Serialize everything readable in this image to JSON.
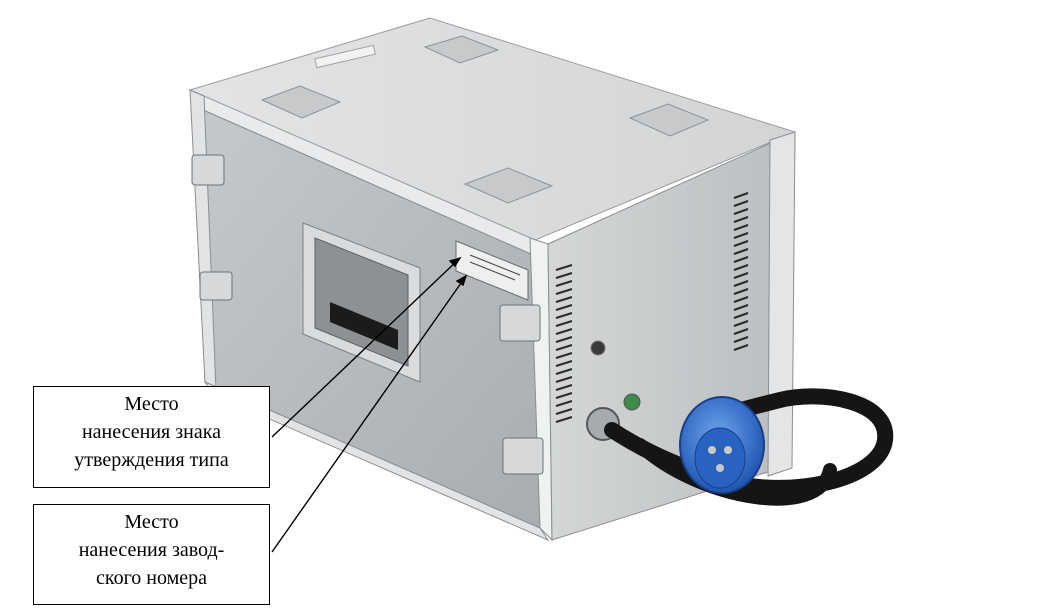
{
  "callouts": [
    {
      "lines": [
        "Место",
        "нанесения знака",
        "утверждения типа"
      ]
    },
    {
      "lines": [
        "Место",
        "нанесения завод-",
        "ского номера"
      ]
    }
  ],
  "colors": {
    "case_front": "#b9bcbe",
    "case_top": "#d9dbdc",
    "case_side": "#c8cacb",
    "frame": "#e6e7e8",
    "cable": "#151515",
    "plug": "#2f6fd0"
  }
}
